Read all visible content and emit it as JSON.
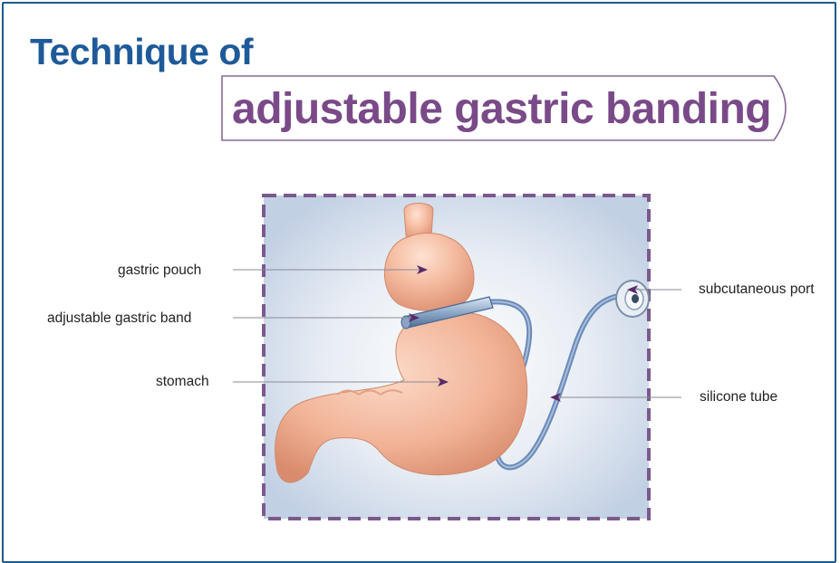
{
  "title": {
    "line1": "Technique of",
    "line2": "adjustable gastric banding"
  },
  "labels": {
    "gastric_pouch": "gastric pouch",
    "adjustable_gastric_band": "adjustable gastric band",
    "stomach": "stomach",
    "subcutaneous_port": "subcutaneous port",
    "silicone_tube": "silicone tube"
  },
  "colors": {
    "title_blue": "#1e5a99",
    "title_purple": "#7a4a88",
    "frame_border": "#1e5a8e",
    "dash_border": "#7a5a8c",
    "stomach": "#f3b49a",
    "tube": "#6a8ab8"
  }
}
